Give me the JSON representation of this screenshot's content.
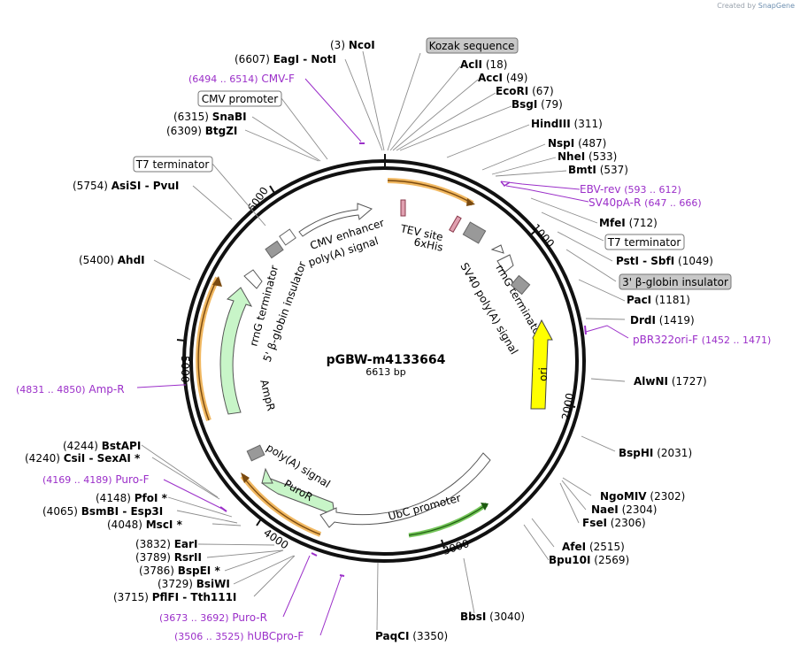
{
  "credit": {
    "prefix": "Created by",
    "brand": "SnapGene"
  },
  "plasmid": {
    "name": "pGBW-m4133664",
    "size_label": "6613 bp",
    "length": 6613
  },
  "colors": {
    "enzyme": "#000000",
    "primer": "#9b2fc9",
    "box_grey": "#c8c8c8",
    "promoter_arrow": "#ffffff",
    "ori": "#ffff00",
    "ampr": "#c8f5c8",
    "puror": "#c8f5c8",
    "highlight_orange": "#f0b050",
    "highlight_green": "#5cbb3c"
  },
  "enzymes": [
    {
      "name": "NcoI",
      "pos": "(3)",
      "bp": 3
    },
    {
      "name": "AclI",
      "pos": "(18)",
      "bp": 18
    },
    {
      "name": "AccI",
      "pos": "(49)",
      "bp": 49
    },
    {
      "name": "EcoRI",
      "pos": "(67)",
      "bp": 67
    },
    {
      "name": "BsgI",
      "pos": "(79)",
      "bp": 79
    },
    {
      "name": "HindIII",
      "pos": "(311)",
      "bp": 311
    },
    {
      "name": "NspI",
      "pos": "(487)",
      "bp": 487
    },
    {
      "name": "NheI",
      "pos": "(533)",
      "bp": 533
    },
    {
      "name": "BmtI",
      "pos": "(537)",
      "bp": 537
    },
    {
      "name": "MfeI",
      "pos": "(712)",
      "bp": 712
    },
    {
      "name": "PstI - SbfI",
      "pos": "(1049)",
      "bp": 1049
    },
    {
      "name": "PacI",
      "pos": "(1181)",
      "bp": 1181
    },
    {
      "name": "DrdI",
      "pos": "(1419)",
      "bp": 1419
    },
    {
      "name": "AlwNI",
      "pos": "(1727)",
      "bp": 1727
    },
    {
      "name": "BspHI",
      "pos": "(2031)",
      "bp": 2031
    },
    {
      "name": "NgoMIV",
      "pos": "(2302)",
      "bp": 2302
    },
    {
      "name": "NaeI",
      "pos": "(2304)",
      "bp": 2304
    },
    {
      "name": "FseI",
      "pos": "(2306)",
      "bp": 2306
    },
    {
      "name": "AfeI",
      "pos": "(2515)",
      "bp": 2515
    },
    {
      "name": "Bpu10I",
      "pos": "(2569)",
      "bp": 2569
    },
    {
      "name": "BbsI",
      "pos": "(3040)",
      "bp": 3040
    },
    {
      "name": "PaqCI",
      "pos": "(3350)",
      "bp": 3350
    },
    {
      "name": "PflFI - Tth111I",
      "pos": "(3715)",
      "bp": 3715
    },
    {
      "name": "BsiWI",
      "pos": "(3729)",
      "bp": 3729
    },
    {
      "name": "BspEI *",
      "pos": "(3786)",
      "bp": 3786
    },
    {
      "name": "RsrII",
      "pos": "(3789)",
      "bp": 3789
    },
    {
      "name": "EarI",
      "pos": "(3832)",
      "bp": 3832
    },
    {
      "name": "MscI *",
      "pos": "(4048)",
      "bp": 4048
    },
    {
      "name": "BsmBI - Esp3I",
      "pos": "(4065)",
      "bp": 4065
    },
    {
      "name": "PfoI *",
      "pos": "(4148)",
      "bp": 4148
    },
    {
      "name": "CsiI - SexAI *",
      "pos": "(4240)",
      "bp": 4240
    },
    {
      "name": "BstAPI",
      "pos": "(4244)",
      "bp": 4244
    },
    {
      "name": "AhdI",
      "pos": "(5400)",
      "bp": 5400
    },
    {
      "name": "AsiSI - PvuI",
      "pos": "(5754)",
      "bp": 5754
    },
    {
      "name": "BtgZI",
      "pos": "(6309)",
      "bp": 6309
    },
    {
      "name": "SnaBI",
      "pos": "(6315)",
      "bp": 6315
    },
    {
      "name": "EagI - NotI",
      "pos": "(6607)",
      "bp": 6607
    }
  ],
  "primers": [
    {
      "name": "CMV-F",
      "range": "(6494 .. 6514)"
    },
    {
      "name": "EBV-rev",
      "range": "(593 .. 612)"
    },
    {
      "name": "SV40pA-R",
      "range": "(647 .. 666)"
    },
    {
      "name": "pBR322ori-F",
      "range": "(1452 .. 1471)"
    },
    {
      "name": "Amp-R",
      "range": "(4831 .. 4850)"
    },
    {
      "name": "Puro-F",
      "range": "(4169 .. 4189)"
    },
    {
      "name": "Puro-R",
      "range": "(3673 .. 3692)"
    },
    {
      "name": "hUBCpro-F",
      "range": "(3506 .. 3525)"
    }
  ],
  "boxed_labels": [
    {
      "text": "Kozak sequence",
      "style": "grey"
    },
    {
      "text": "CMV promoter",
      "style": "white"
    },
    {
      "text": "T7 terminator",
      "style": "white"
    },
    {
      "text": "T7 terminator",
      "style": "white"
    },
    {
      "text": "3' β-globin insulator",
      "style": "grey"
    }
  ],
  "features": {
    "cmv_enhancer": "CMV enhancer",
    "polya_top": "poly(A) signal",
    "tev": "TEV site",
    "his": "6xHis",
    "rrng_right": "rrnG terminator",
    "sv40": "SV40 poly(A) signal",
    "ori": "ori",
    "rrng_left": "rrnG terminator",
    "globin5": "5' β-globin insulator",
    "ampr": "AmpR",
    "polya_bottom": "poly(A) signal",
    "puror": "PuroR",
    "ubc": "UbC promoter"
  },
  "ticks": [
    "1000",
    "2000",
    "3000",
    "4000",
    "5000",
    "6000"
  ]
}
